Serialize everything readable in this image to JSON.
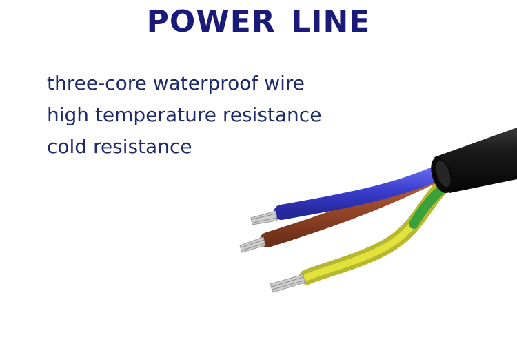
{
  "title": "POWER LINE",
  "features": [
    "three-core waterproof wire",
    "high temperature resistance",
    "cold resistance"
  ],
  "colors": {
    "title": "#1a1a78",
    "text": "#1f2a6b",
    "jacket": "#1a1a1a",
    "blue_wire": "#3b3fd0",
    "brown_wire": "#9b4a2b",
    "yellow_green_wire": "#c8c832",
    "copper_strands": "#c9c9c9"
  },
  "icons": [
    "three-core-cable-image"
  ]
}
